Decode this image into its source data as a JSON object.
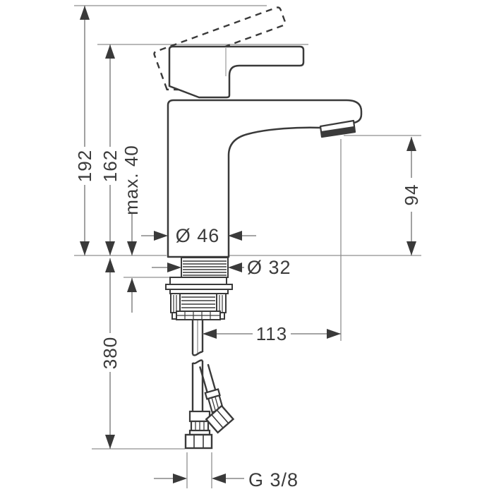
{
  "drawing": {
    "kind": "technical dimension drawing",
    "subject": "single-lever basin mixer tap, side view with supply hoses",
    "colors": {
      "background": "#ffffff",
      "outline": "#3a3a3a",
      "extension_line": "#8f8f8f",
      "dimension_line": "#6f6f6f",
      "text": "#3b3b3b"
    },
    "dimensions": {
      "overall_height": "192",
      "height_to_handle": "162",
      "max_mounting_thickness": "max. 40",
      "spout_outlet_height": "94",
      "base_diameter": "Ø 46",
      "shank_diameter": "Ø 32",
      "spout_reach": "113",
      "hose_length": "380",
      "supply_thread": "G 3/8"
    }
  }
}
